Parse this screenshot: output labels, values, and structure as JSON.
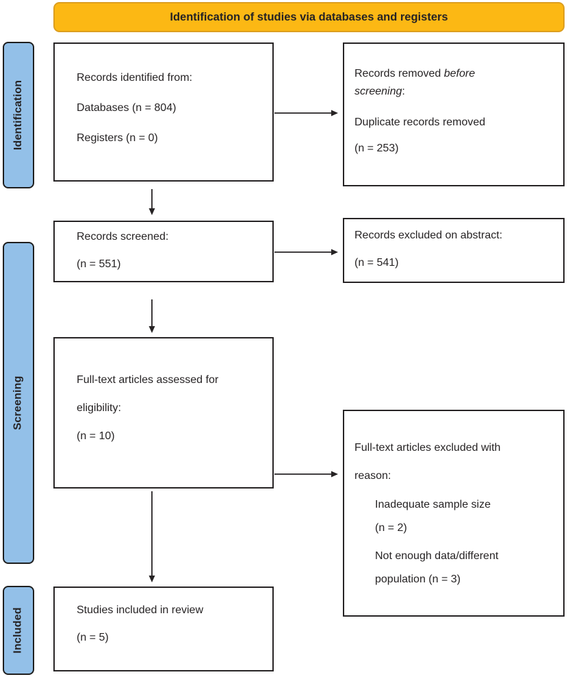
{
  "banner": {
    "label": "Identification of studies via databases and registers"
  },
  "stages": {
    "identification": "Identification",
    "screening": "Screening",
    "included": "Included"
  },
  "boxes": {
    "records_identified": {
      "line1": "Records identified from:",
      "line2": "Databases (n = 804)",
      "line3": "Registers (n = 0)"
    },
    "records_removed": {
      "line1_regular": "Records removed ",
      "line1_italic": "before",
      "line2_italic": "screening",
      "line2_regular": ":",
      "line3": "Duplicate records removed",
      "line4": "(n = 253)"
    },
    "records_screened": {
      "line1": "Records screened:",
      "line2": "(n = 551)"
    },
    "records_excluded_abstract": {
      "line1": "Records excluded on abstract:",
      "line2": "(n = 541)"
    },
    "fulltext_assessed": {
      "line1": "Full-text articles assessed for",
      "line2": "eligibility:",
      "line3": "(n = 10)"
    },
    "fulltext_excluded": {
      "line1": "Full-text articles excluded with",
      "line2": "reason:",
      "reason1_line1": "Inadequate sample size",
      "reason1_line2": "(n = 2)",
      "reason2_line1": "Not enough data/different",
      "reason2_line2": "population (n = 3)"
    },
    "studies_included": {
      "line1": "Studies included in review",
      "line2": "(n = 5)"
    }
  },
  "colors": {
    "banner_fill": "#FCB814",
    "banner_border": "#DC9E1F",
    "stage_fill": "#93C0E8",
    "stage_border": "#1E1E1E",
    "box_border": "#262324",
    "arrow": "#262324",
    "text": "#262324"
  }
}
